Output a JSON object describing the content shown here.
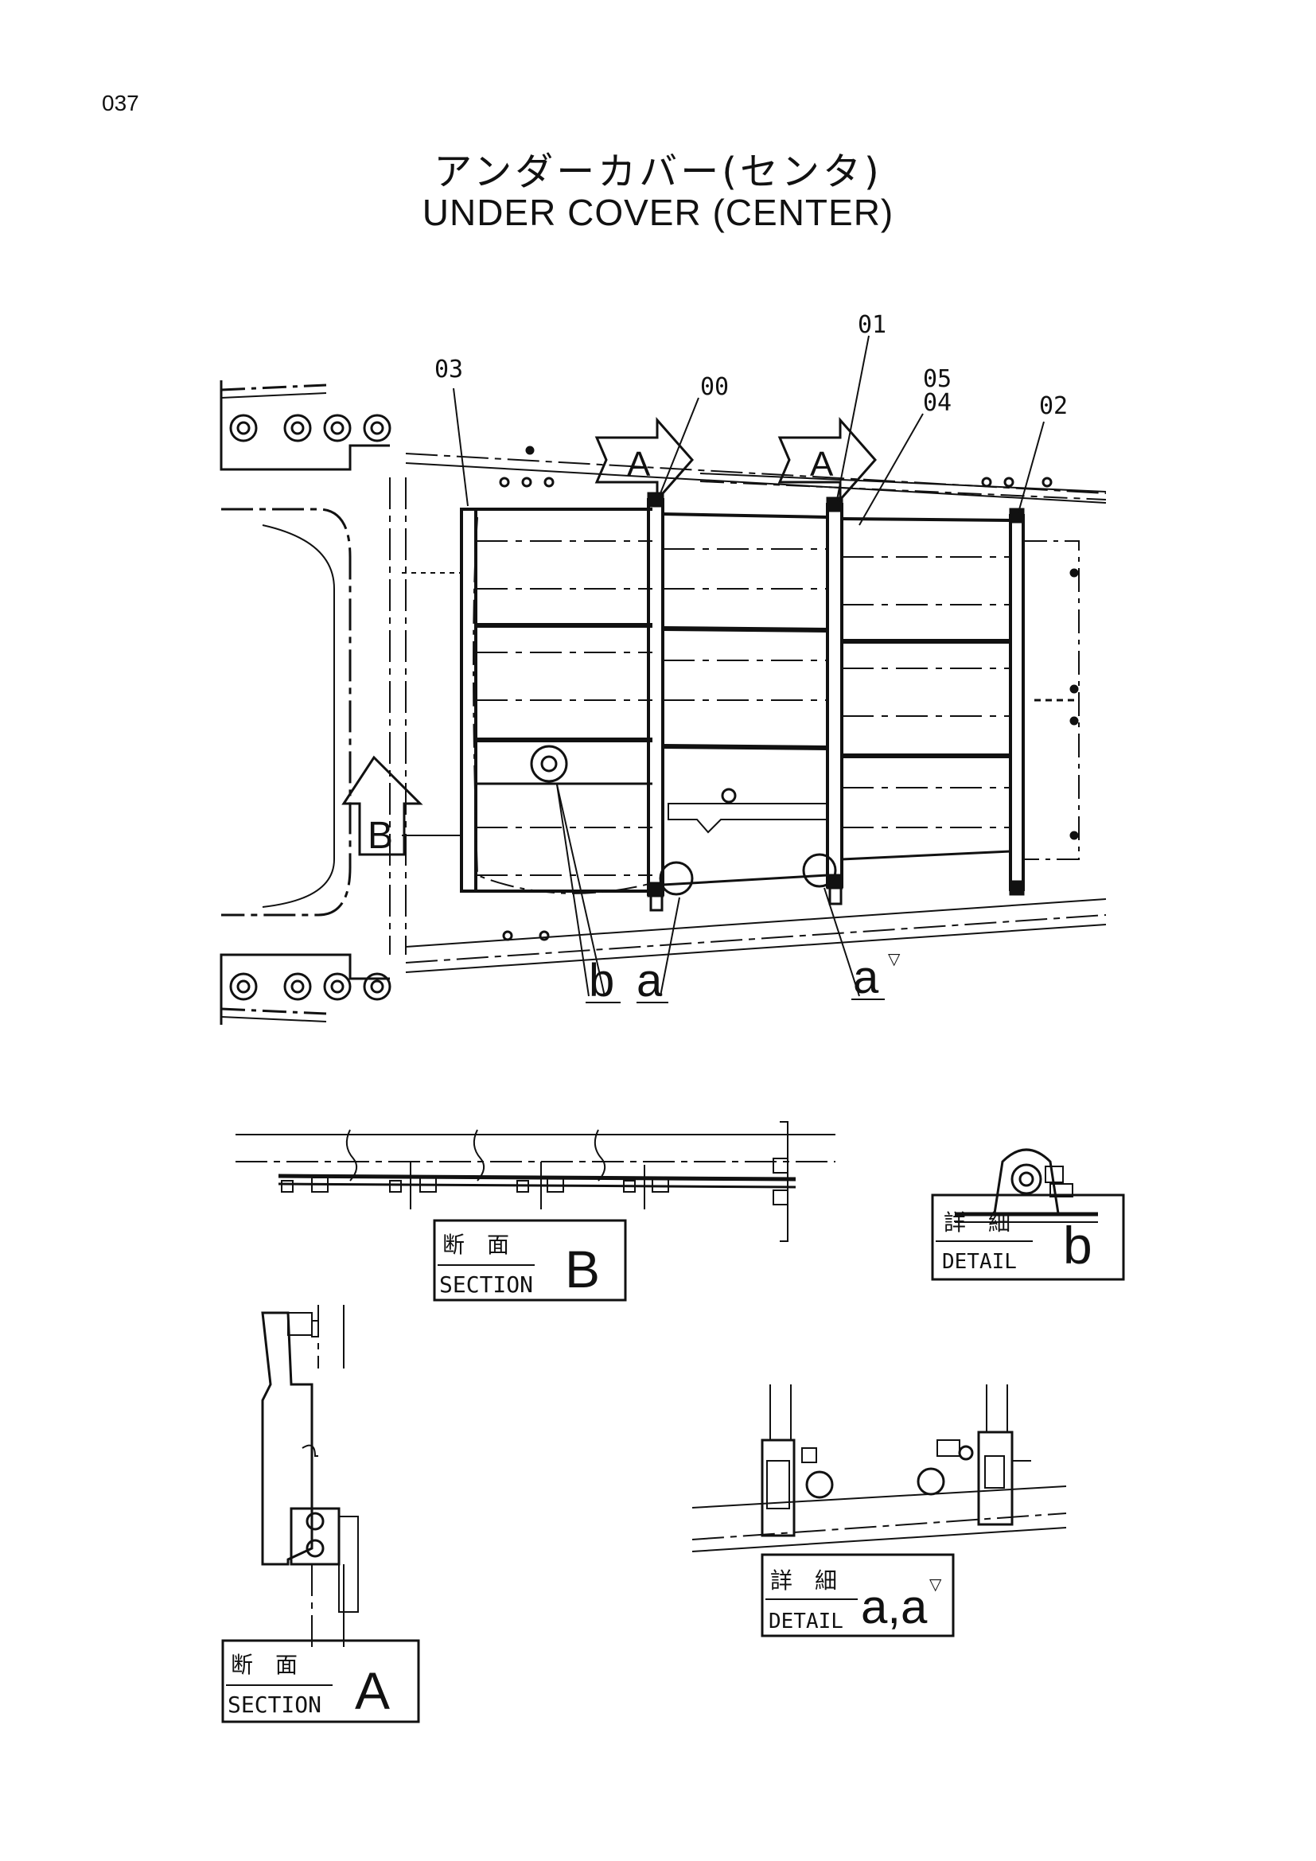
{
  "page": {
    "number": "037",
    "title_jp": "アンダーカバー(センタ)",
    "title_en": "UNDER  COVER (CENTER)"
  },
  "callouts": {
    "c03": "03",
    "c00": "00",
    "c01": "01",
    "c05": "05",
    "c04": "04",
    "c02": "02"
  },
  "view_markers": {
    "arrow_a1": "A",
    "arrow_a2": "A",
    "arrow_b": "B",
    "detail_b": "b",
    "detail_a": "a",
    "detail_a_prime": "a",
    "prime_mark": "▽"
  },
  "labels": {
    "section_b": {
      "jp": "断　面",
      "en": "SECTION",
      "letter": "B"
    },
    "detail_b": {
      "jp": "詳　細",
      "en": "DETAIL",
      "letter": "b"
    },
    "section_a": {
      "jp": "断　面",
      "en": "SECTION",
      "letter": "A"
    },
    "detail_aa": {
      "jp": "詳　細",
      "en": "DETAIL",
      "letter": "a,a",
      "prime": "▽"
    }
  }
}
